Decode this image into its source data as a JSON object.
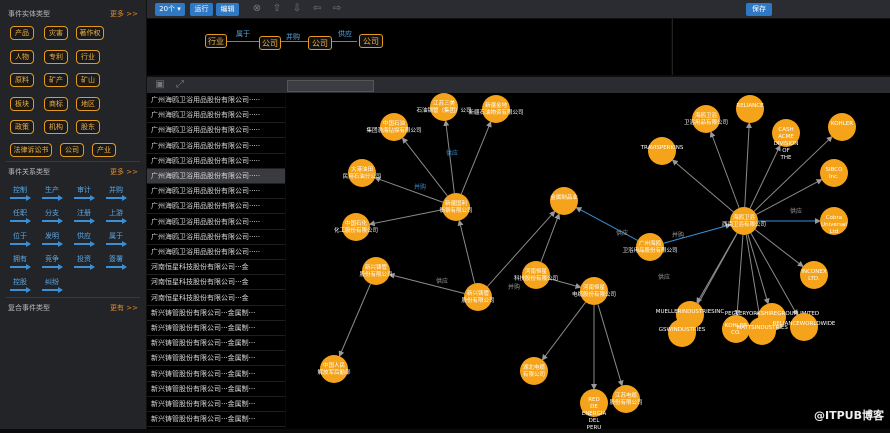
{
  "left": {
    "entity_section": {
      "title": "事件实体类型",
      "more": "更多 >>"
    },
    "entity_chips": [
      {
        "label": "产品"
      },
      {
        "label": "灾害"
      },
      {
        "label": "著作权"
      },
      {
        "label": "人物"
      },
      {
        "label": "专利"
      },
      {
        "label": "行业"
      },
      {
        "label": "原料"
      },
      {
        "label": "矿产"
      },
      {
        "label": "矿山"
      },
      {
        "label": "板块"
      },
      {
        "label": "商标"
      },
      {
        "label": "地区"
      },
      {
        "label": "政策"
      },
      {
        "label": "机构"
      },
      {
        "label": "股东"
      },
      {
        "label": "法律诉讼书"
      },
      {
        "label": "公司"
      },
      {
        "label": "产业"
      }
    ],
    "relation_section": {
      "title": "事件关系类型",
      "more": "更多 >>"
    },
    "relations": [
      {
        "label": "控制"
      },
      {
        "label": "生产"
      },
      {
        "label": "审计"
      },
      {
        "label": "并购"
      },
      {
        "label": "任职"
      },
      {
        "label": "分支"
      },
      {
        "label": "注册"
      },
      {
        "label": "上游"
      },
      {
        "label": "位于"
      },
      {
        "label": "发明"
      },
      {
        "label": "供应"
      },
      {
        "label": "属于"
      },
      {
        "label": "拥有"
      },
      {
        "label": "竞争"
      },
      {
        "label": "投资"
      },
      {
        "label": "簽署"
      },
      {
        "label": "控股"
      },
      {
        "label": "纠纷"
      }
    ],
    "compound_section": {
      "title": "复合事件类型",
      "more": "更有 >>"
    }
  },
  "toolbar": {
    "count_label": "20个 ▾",
    "run_label": "运行",
    "edit_label": "编辑",
    "save_label": "保存"
  },
  "query": {
    "nodes": [
      "行业",
      "公司",
      "公司",
      "公司"
    ],
    "edges": [
      "属于",
      "并购",
      "供应"
    ]
  },
  "list_rows": [
    "广州海鸥卫浴用品股份有限公司·····",
    "广州海鸥卫浴用品股份有限公司·····",
    "广州海鸥卫浴用品股份有限公司·····",
    "广州海鸥卫浴用品股份有限公司·····",
    "广州海鸥卫浴用品股份有限公司·····",
    "广州海鸥卫浴用品股份有限公司·····",
    "广州海鸥卫浴用品股份有限公司·····",
    "广州海鸥卫浴用品股份有限公司·····",
    "广州海鸥卫浴用品股份有限公司·····",
    "广州海鸥卫浴用品股份有限公司·····",
    "广州海鸥卫浴用品股份有限公司·····",
    "河南恒星科技股份有限公司···金",
    "河南恒星科技股份有限公司···金",
    "河南恒星科技股份有限公司···金",
    "新兴铸管股份有限公司···金属制···",
    "新兴铸管股份有限公司···金属制···",
    "新兴铸管股份有限公司···金属制···",
    "新兴铸管股份有限公司···金属制···",
    "新兴铸管股份有限公司···金属制···",
    "新兴铸管股份有限公司···金属制···",
    "新兴铸管股份有限公司···金属制···",
    "新兴铸管股份有限公司···金属制···"
  ],
  "graph": {
    "nodes": [
      {
        "label": "中国石油 集团渤海钻探有限公司"
      },
      {
        "label": "江苏三美 石油钢管（集团）公司"
      },
      {
        "label": "新疆金地 新疆石油物资有限公司"
      },
      {
        "label": "大港油田 民用石油分公司"
      },
      {
        "label": "新疆国利 衡钢有限公司"
      },
      {
        "label": "中国石化 化工股份有限公司"
      },
      {
        "label": "金属制品业"
      },
      {
        "label": "新兴铸管 股份有限公司"
      },
      {
        "label": "新兴铸管 股份有限公司"
      },
      {
        "label": "河南恒星 科技股份有限公司"
      },
      {
        "label": "河南恒星 电缆股份有限公司"
      },
      {
        "label": "中国人民 解放军后勤部"
      },
      {
        "label": "广州海鸥 卫浴用品股份有限公司"
      },
      {
        "label": "湖北电缆 有限公司"
      },
      {
        "label": "RED DE ENERGIA DEL PERU"
      },
      {
        "label": "江苏电缆 股份有限公司"
      },
      {
        "label": "TRAVISPERKINS"
      },
      {
        "label": "海鸥卫浴 卫浴用品有限公司"
      },
      {
        "label": "RELIANCE"
      },
      {
        "label": "CASH ACME DIVISION OF THE"
      },
      {
        "label": "海鸥卫浴 西南卫浴有限公司"
      },
      {
        "label": "KOHLER"
      },
      {
        "label": "SIBCO Inc."
      },
      {
        "label": "Cobra Universal Ltd"
      },
      {
        "label": "INCONEX LTD."
      },
      {
        "label": "PEGLERYORKSHIREGROUPLIMITED"
      },
      {
        "label": "MUELLERINDUSTRIESINC"
      },
      {
        "label": "GSWINDUSTRIES"
      },
      {
        "label": "KOHLER CO."
      },
      {
        "label": "WATTSINDUSTRIES"
      },
      {
        "label": "RELIANCEWORLDWIDE"
      }
    ],
    "edge_labels": [
      "供应",
      "并购",
      "供应",
      "并购",
      "供应",
      "供应",
      "并购",
      "供应"
    ]
  },
  "watermark": "@ITPUB博客",
  "colors": {
    "node": "#f5a31a",
    "accent": "#2f78c4",
    "chip_border": "#e39a1f",
    "relation": "#58a8e6"
  }
}
